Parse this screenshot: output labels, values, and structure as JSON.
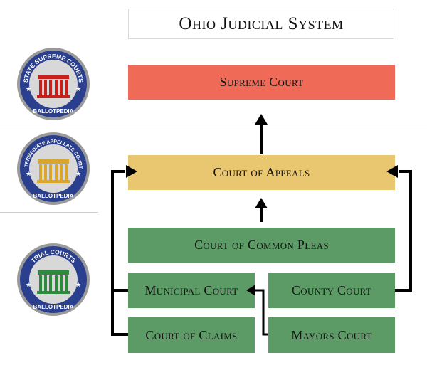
{
  "title": "Ohio Judicial System",
  "seals": [
    {
      "arc_text": "STATE SUPREME COURTS",
      "bottom_text": "BALLOTPEDIA",
      "color": "#c8201c"
    },
    {
      "arc_text": "INTERMEDIATE APPELLATE COURTS",
      "bottom_text": "BALLOTPEDIA",
      "color": "#d9a62b"
    },
    {
      "arc_text": "TRIAL COURTS",
      "bottom_text": "BALLOTPEDIA",
      "color": "#2e8a3c"
    }
  ],
  "courts": {
    "supreme": "Supreme Court",
    "appeals": "Court of Appeals",
    "common_pleas": "Court of Common Pleas",
    "municipal": "Municipal Court",
    "county": "County Court",
    "claims": "Court of Claims",
    "mayors": "Mayors Court"
  },
  "colors": {
    "supreme": "#ef6b57",
    "appeals": "#e9c670",
    "trial": "#5c9b66",
    "seal_ring": "#2b3f8f"
  }
}
